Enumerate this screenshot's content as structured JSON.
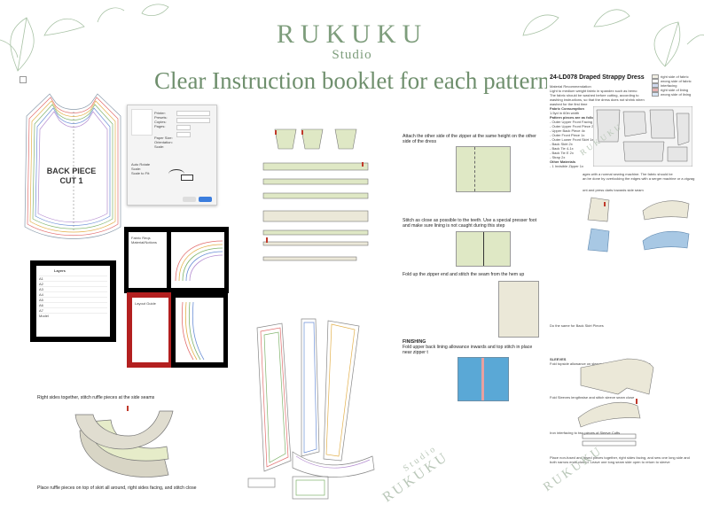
{
  "brand": {
    "name": "RUKUKU",
    "subtitle": "Studio"
  },
  "headline": "Clear Instruction booklet for each pattern",
  "back_piece": {
    "label_line1": "BACK PIECE",
    "label_line2": "CUT 1"
  },
  "print_dialog": {
    "rows": [
      "Printer:",
      "Presets:",
      "Copies:",
      "Pages:",
      "Paper Size:",
      "Orientation:",
      "Scale:"
    ],
    "options": [
      "Auto Rotate",
      "Scale:",
      "Scale to Fit:"
    ]
  },
  "layers": {
    "title": "Layers",
    "items": [
      "A1",
      "A2",
      "A3",
      "A4",
      "A5",
      "A6",
      "A7",
      "Model"
    ]
  },
  "small_doc": {
    "lines": [
      "Fabric Reqs",
      "Material/Notions",
      "Layout Guide"
    ]
  },
  "instructions_mid": {
    "step1": "Attach the other side of the zipper at the same height on the other side of the dress",
    "step2": "Stitch as close as possible to the teeth. Use a special presser foot and make sure lining is not caught during this step",
    "step3": "Fold up the zipper end and stitch the seam from the hem up",
    "finishing_title": "FINISHING",
    "finishing": "Fold upper back lining allowance inwards and top stitch in place near zipper t"
  },
  "ruffle": {
    "step1": "Right sides together, stitch ruffle pieces at the side seams",
    "step2": "Place ruffle pieces on top of skirt all around, right sides facing, and stitch close"
  },
  "booklet": {
    "title": "24-LD078 Draped Strappy Dress",
    "material_rec": "Material Recommendation",
    "material_text": "Light to medium weight fabric in spandex such as bemo",
    "wash_text": "The fabric should be washed before cutting, according to washing instructions, so that the dress does not shrink when washed for the first time",
    "consumption_title": "Fabric Consumption",
    "consumption": "1.5yd in 60in width",
    "pieces_title": "Pattern pieces are as follows",
    "pieces": [
      "- Outer Upper Front Facing 2x",
      "- Outer Upper Front Piece 2x",
      "- Upper Back Piece 4x",
      "- Outer Front Piece 1x",
      "- Outer Lower Front Skirt 1x",
      "- Back Skirt 2x",
      "- Back Tie 4-1x",
      "- Back Tie E 2x",
      "- Strap 2x"
    ],
    "other_title": "Other Materials",
    "other": "- 1 Invisible Zipper 1x",
    "legend": [
      "right side of fabric",
      "wrong side of fabric",
      "interfacing",
      "right side of lining",
      "wrong side of lining"
    ],
    "sewing_note": "ages with a normal sewing machine. The fabric should be\nan be done by overlocking the edges with a serger machine or a zigzag",
    "darts_note": "ont and press darts towards side seam",
    "back_pieces": "Do the same for Back Skirt Pieces",
    "sleeves_title": "SLEEVES",
    "sleeves": "Fold topside allowance on sleeve inwards and top stitch in place",
    "fold_note": "Fold Sleeves lengthwise and stitch sleeve seam close",
    "cuff_note": "Iron interfacing to two pieces of Sleeve Cuffs",
    "final_note": "Place non-fused and fused pieces together, right sides facing, and sew one long side and both narrow ends closed. Leave one long seam side open to return to sleeve"
  },
  "watermarks": [
    "RUKUKU",
    "Studio"
  ],
  "colors": {
    "brand_green": "#7e9d7c",
    "fabric_green": "#dfe8c5",
    "fabric_blue": "#5aa8d6",
    "fabric_tan": "#ebe8d8",
    "pin_red": "#c0392b"
  }
}
